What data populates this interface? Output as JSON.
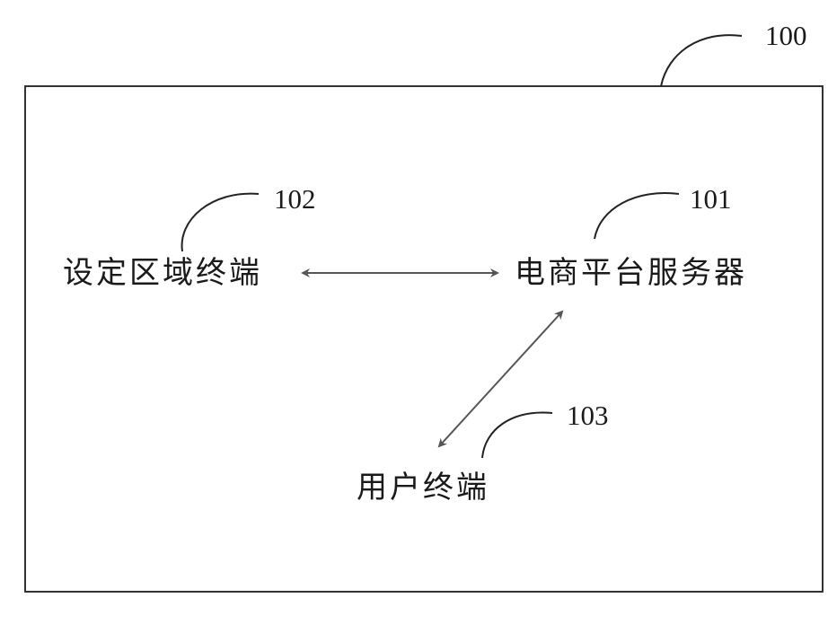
{
  "system": {
    "ref": "100"
  },
  "nodes": {
    "region_terminal": {
      "label": "设定区域终端",
      "ref": "102"
    },
    "platform_server": {
      "label": "电商平台服务器",
      "ref": "101"
    },
    "user_terminal": {
      "label": "用户终端",
      "ref": "103"
    }
  },
  "connections": [
    {
      "from": "region_terminal",
      "to": "platform_server",
      "type": "bidirectional"
    },
    {
      "from": "user_terminal",
      "to": "platform_server",
      "type": "bidirectional"
    }
  ],
  "colors": {
    "line": "#222222",
    "arrow": "#555555",
    "border": "#333333"
  }
}
